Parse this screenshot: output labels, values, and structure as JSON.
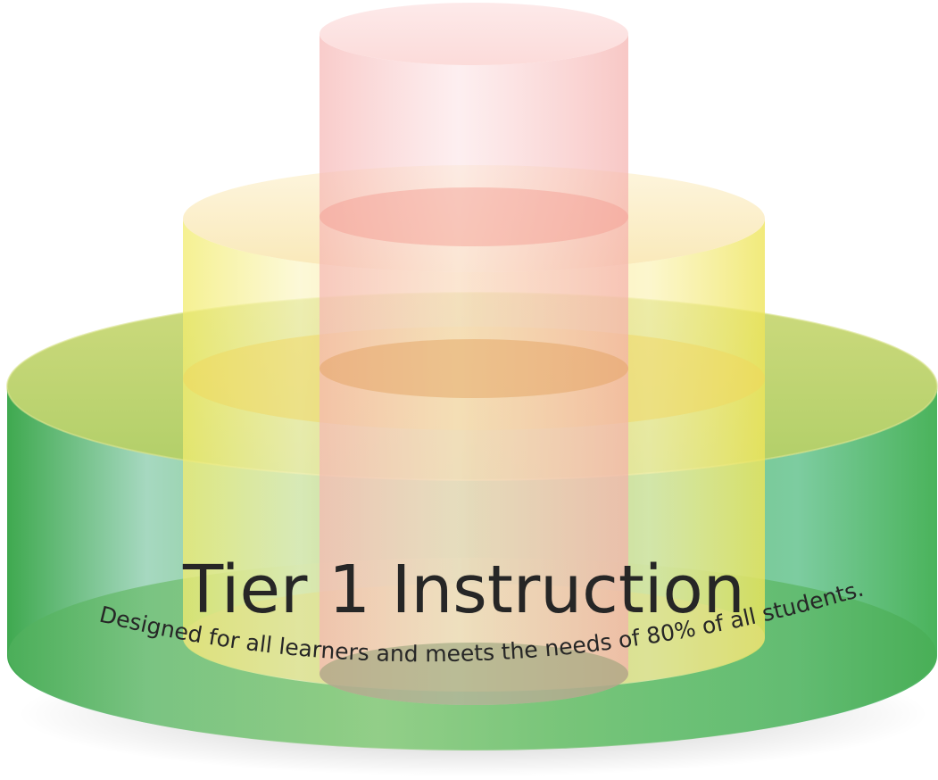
{
  "diagram": {
    "tiers": [
      {
        "name": "tier-1",
        "color_body": "#5cbf6a",
        "color_top": "#b9d65a"
      },
      {
        "name": "tier-2",
        "color_body": "#f3ec7a",
        "color_top": "#fbeeb0"
      },
      {
        "name": "tier-3",
        "color_body": "#f7b0b0",
        "color_top": "#fbd0cf"
      }
    ],
    "title": "Tier 1 Instruction",
    "subtitle": "Designed for all learners and meets the needs of 80% of all students."
  }
}
